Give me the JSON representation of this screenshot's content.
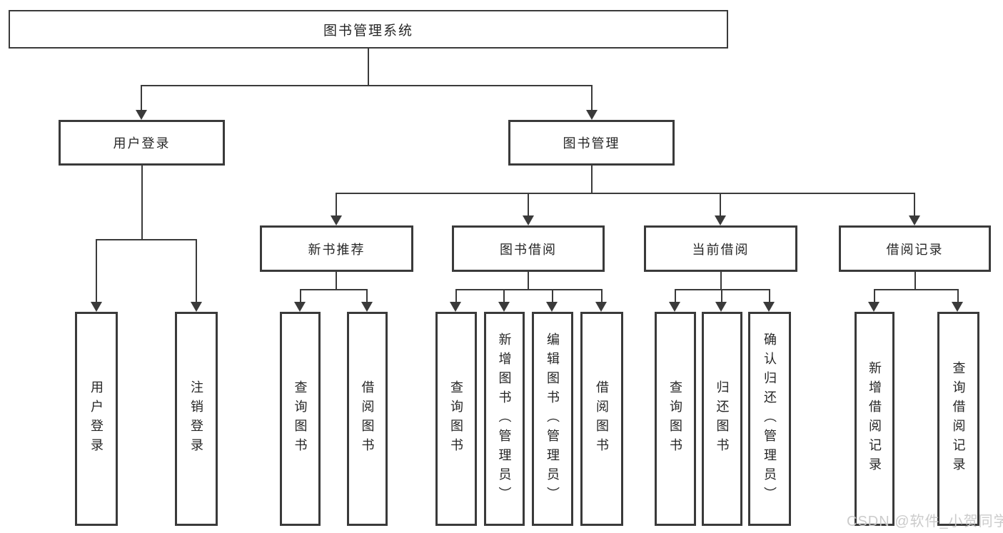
{
  "tree": {
    "root": {
      "label": "图书管理系统"
    },
    "branches": [
      {
        "label": "用户登录",
        "children": [
          {
            "label": "用户登录"
          },
          {
            "label": "注销登录"
          }
        ]
      },
      {
        "label": "图书管理",
        "children": [
          {
            "label": "新书推荐",
            "children": [
              {
                "label": "查询图书"
              },
              {
                "label": "借阅图书"
              }
            ]
          },
          {
            "label": "图书借阅",
            "children": [
              {
                "label": "查询图书"
              },
              {
                "label": "新增图书（管理员）"
              },
              {
                "label": "编辑图书（管理员）"
              },
              {
                "label": "借阅图书"
              }
            ]
          },
          {
            "label": "当前借阅",
            "children": [
              {
                "label": "查询图书"
              },
              {
                "label": "归还图书"
              },
              {
                "label": "确认归还（管理员）"
              }
            ]
          },
          {
            "label": "借阅记录",
            "children": [
              {
                "label": "新增借阅记录"
              },
              {
                "label": "查询借阅记录"
              }
            ]
          }
        ]
      }
    ]
  },
  "watermark": {
    "text": "CSDN @软件_小贺同学"
  },
  "colors": {
    "line": "#3a3a3a",
    "text": "#262626",
    "watermark": "#c9c9c9",
    "background": "#ffffff"
  }
}
